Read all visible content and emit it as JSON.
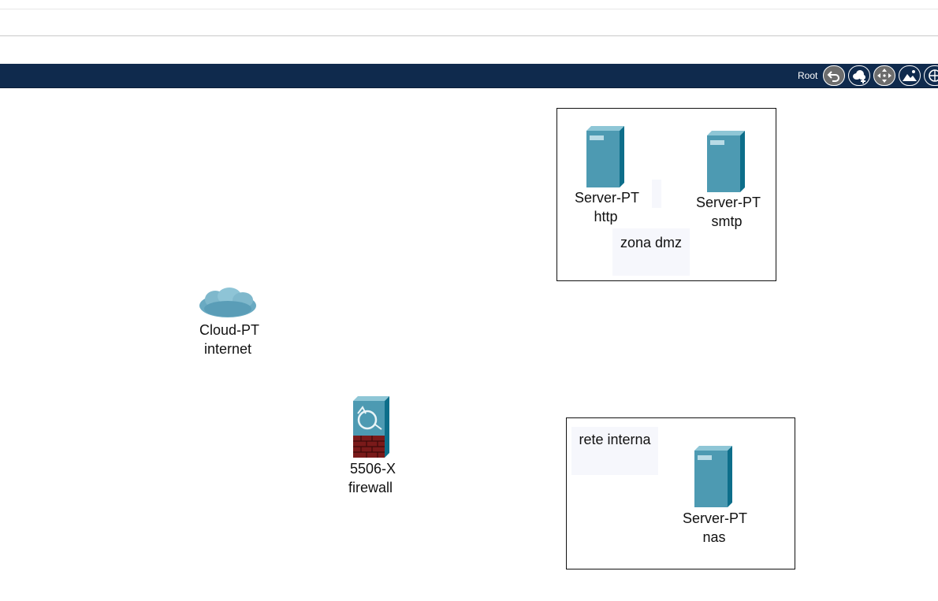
{
  "navbar": {
    "root_label": "Root",
    "buttons": [
      {
        "name": "back-icon"
      },
      {
        "name": "new-cluster-icon"
      },
      {
        "name": "move-object-icon"
      },
      {
        "name": "background-image-icon"
      },
      {
        "name": "viewport-icon"
      }
    ]
  },
  "workspace": {
    "areas": [
      {
        "id": "dmz",
        "note": "zona dmz"
      },
      {
        "id": "internal",
        "note": "rete interna"
      }
    ],
    "devices": [
      {
        "id": "http",
        "model": "Server-PT",
        "name": "http",
        "icon": "server-icon"
      },
      {
        "id": "smtp",
        "model": "Server-PT",
        "name": "smtp",
        "icon": "server-icon"
      },
      {
        "id": "internet",
        "model": "Cloud-PT",
        "name": "internet",
        "icon": "cloud-icon"
      },
      {
        "id": "firewall",
        "model": "5506-X",
        "name": "firewall",
        "icon": "firewall-icon"
      },
      {
        "id": "nas",
        "model": "Server-PT",
        "name": "nas",
        "icon": "server-icon"
      }
    ]
  },
  "colors": {
    "navbar": "#0f2a4d",
    "server_front": "#4d9ab2",
    "server_side": "#0d6e8a",
    "cloud": "#6aaac2",
    "firewall_brick": "#7a1a1a"
  }
}
